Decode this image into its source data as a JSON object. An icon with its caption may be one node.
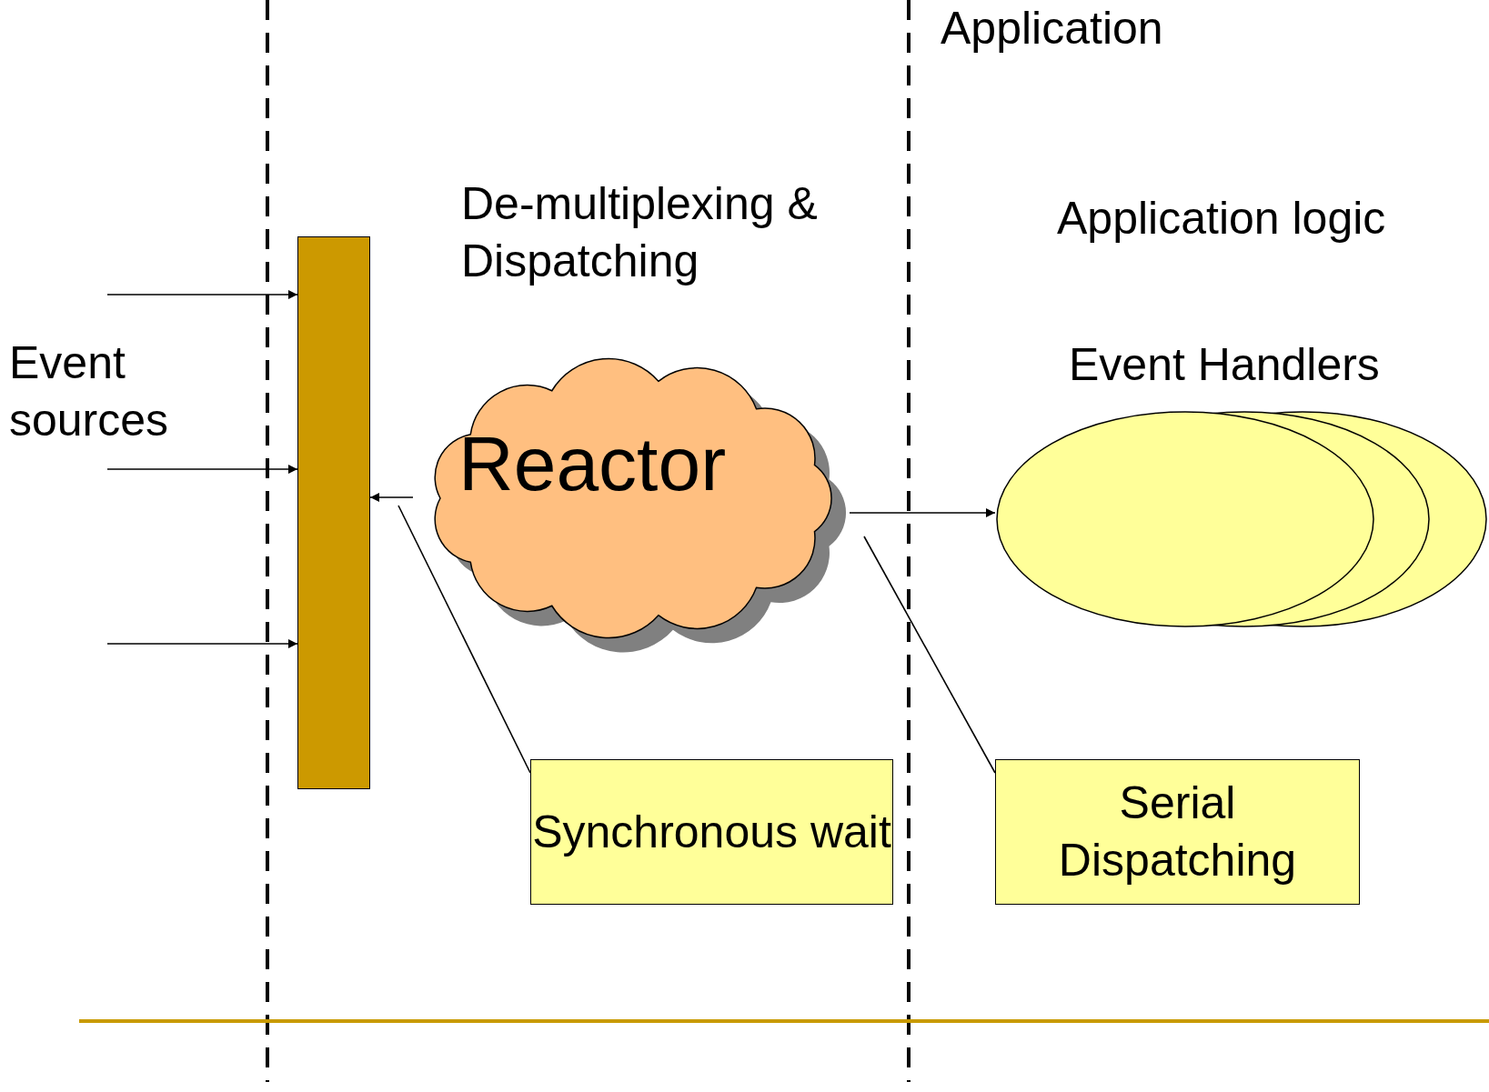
{
  "diagram": {
    "nodes": [
      {
        "text": [],
        "shape": "bar"
      },
      {
        "text": [
          "Reactor"
        ]
      },
      {
        "text": [],
        "shape": "ellipse"
      },
      {
        "text": [],
        "shape": "ellipse"
      },
      {
        "text": [],
        "shape": "ellipse"
      },
      {
        "text": [
          "Synchronous wait"
        ]
      },
      {
        "text": [
          "Serial Dispatching"
        ]
      }
    ],
    "edges": [
      {
        "from": null,
        "to": 0,
        "arrow": "to"
      },
      {
        "from": null,
        "to": 0,
        "arrow": "to"
      },
      {
        "from": null,
        "to": 0,
        "arrow": "to"
      },
      {
        "from": 1,
        "to": 0,
        "arrow": "to"
      },
      {
        "from": 1,
        "to": 2,
        "arrow": "to"
      },
      {
        "from": 5,
        "to": null,
        "arrow": "none"
      },
      {
        "from": 6,
        "to": null,
        "arrow": "none"
      }
    ],
    "labels": [
      "Application",
      "De-multiplexing & Dispatching",
      "Application logic",
      "Event Handlers",
      "Event sources"
    ]
  }
}
